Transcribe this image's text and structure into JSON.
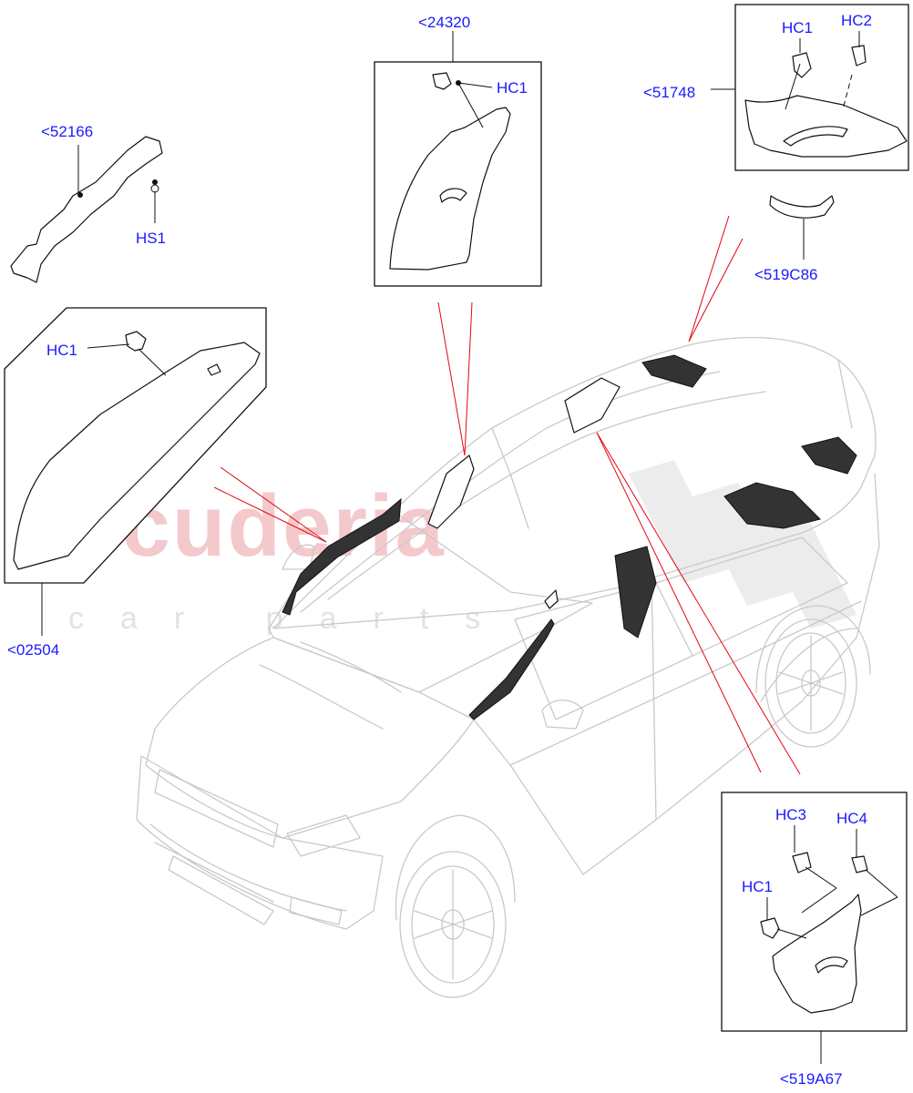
{
  "watermark": {
    "brand": "scuderia",
    "sub": "car parts"
  },
  "callouts": {
    "p52166": "<52166",
    "p24320": "<24320",
    "p51748": "<51748",
    "p519C86": "<519C86",
    "p02504": "<02504",
    "p519A67": "<519A67"
  },
  "fasteners": {
    "hs1": "HS1",
    "hc1": "HC1",
    "hc2": "HC2",
    "hc3": "HC3",
    "hc4": "HC4"
  },
  "colors": {
    "label": "#1a1aff",
    "leader": "#e30613",
    "outline": "#111111",
    "car": "#c9c9c9"
  }
}
